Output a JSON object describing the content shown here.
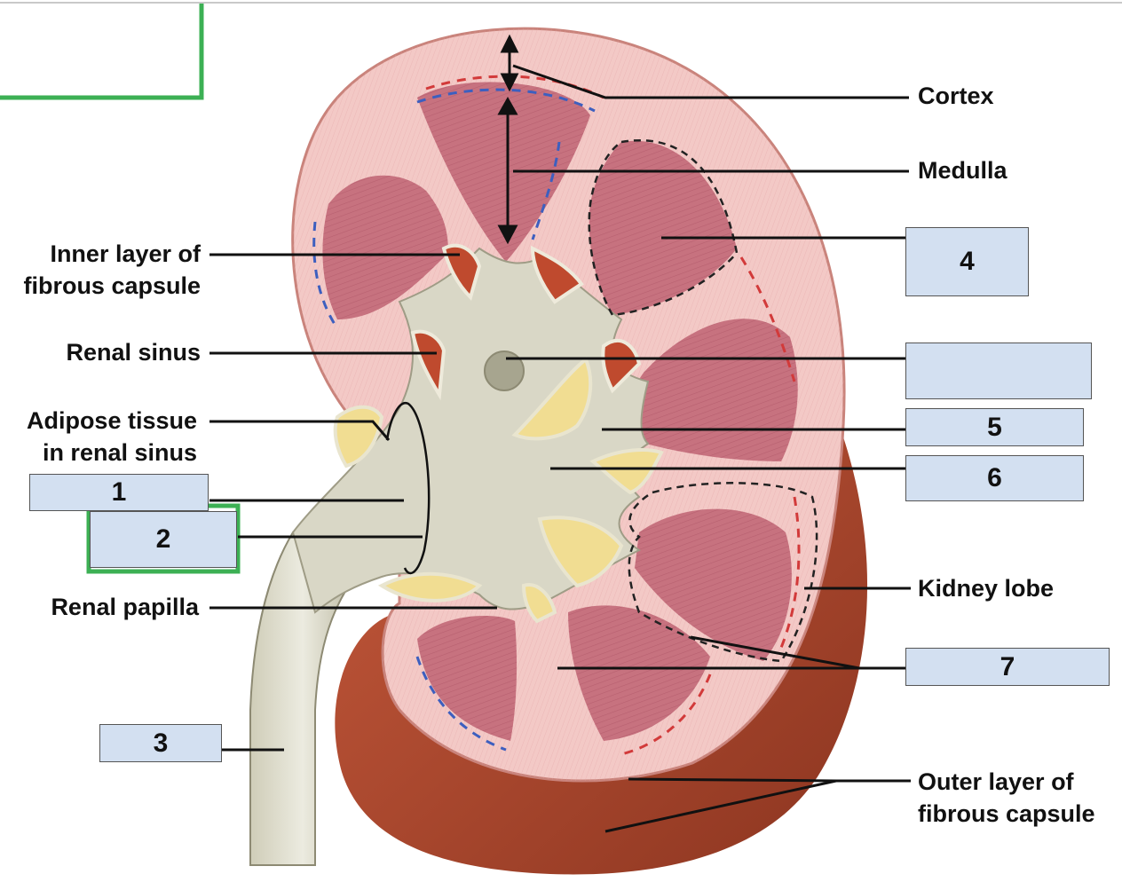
{
  "labels": {
    "cortex": "Cortex",
    "medulla": "Medulla",
    "inner_layer_1": "Inner layer of",
    "inner_layer_2": "fibrous capsule",
    "renal_sinus": "Renal sinus",
    "adipose_1": "Adipose tissue",
    "adipose_2": "in renal sinus",
    "renal_papilla": "Renal papilla",
    "kidney_lobe": "Kidney lobe",
    "outer_layer_1": "Outer layer of",
    "outer_layer_2": "fibrous capsule"
  },
  "answer_boxes": {
    "b1": "1",
    "b2": "2",
    "b3": "3",
    "b4": "4",
    "b5": "5",
    "b6": "6",
    "b7": "7",
    "blank": ""
  },
  "colors": {
    "cortex": "#f3c9c6",
    "pyramid": "#c7727f",
    "sinus": "#d9d7c6",
    "capsule": "#a8442c",
    "fat": "#f1dd92",
    "answer_box": "#d3e0f1",
    "green_frame": "#3cb054"
  }
}
